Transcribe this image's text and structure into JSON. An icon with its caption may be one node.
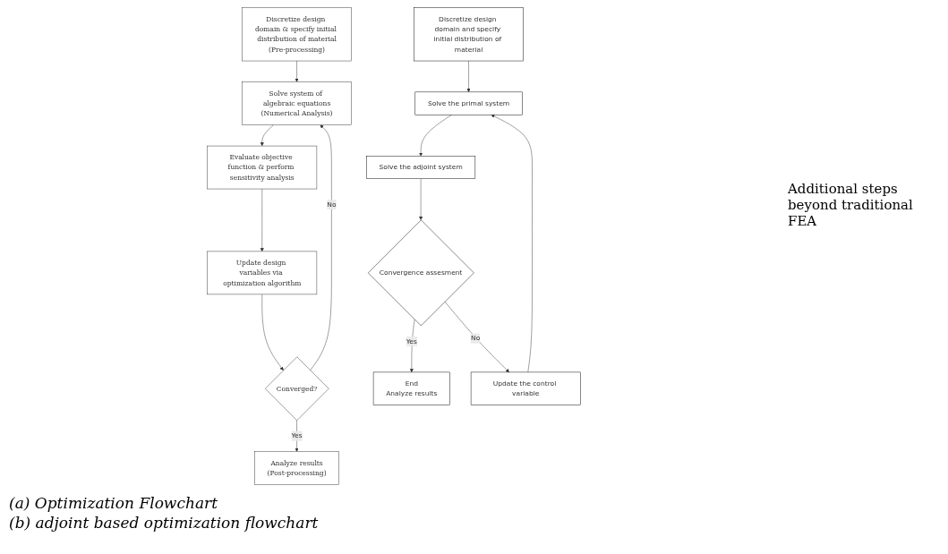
{
  "diagram": {
    "nodes": [
      {
        "text": [
          "Discretize design domain & specify initial distribution of material",
          "(Pre-processing)"
        ]
      },
      {
        "text": [
          "Solve system of algebraic equations",
          "(Numerical Analysis)"
        ]
      },
      {
        "text": [
          "Evaluate objective function & perform sensitivity analysis"
        ]
      },
      {
        "text": [
          "Update design variables via optimization algorithm"
        ]
      },
      {
        "text": [
          "Converged?"
        ]
      },
      {
        "text": [
          "Analyze results",
          "(Post-processing)"
        ]
      },
      {
        "text": [
          "Discretize design domain and specify initial distribution of material"
        ]
      },
      {
        "text": [
          "Solve the primal system"
        ]
      },
      {
        "text": [
          "Solve the adjoint system"
        ]
      },
      {
        "text": [
          "Convergence assesment"
        ]
      },
      {
        "text": [
          "End",
          "Analyze results"
        ]
      },
      {
        "text": [
          "Update the control variable"
        ]
      }
    ],
    "edges": [
      {
        "from": 0,
        "to": 1,
        "arrow": "to"
      },
      {
        "from": 1,
        "to": 2,
        "arrow": "to"
      },
      {
        "from": 2,
        "to": 3,
        "arrow": "to"
      },
      {
        "from": 3,
        "to": 4,
        "arrow": "to"
      },
      {
        "from": 4,
        "to": 1,
        "label": "No",
        "arrow": "to"
      },
      {
        "from": 4,
        "to": 5,
        "label": "Yes",
        "arrow": "to"
      },
      {
        "from": 6,
        "to": 7,
        "arrow": "to"
      },
      {
        "from": 7,
        "to": 8,
        "arrow": "to"
      },
      {
        "from": 8,
        "to": 9,
        "arrow": "to"
      },
      {
        "from": 9,
        "to": 11,
        "label": "No",
        "arrow": "to"
      },
      {
        "from": 11,
        "to": 7,
        "arrow": "to"
      },
      {
        "from": 9,
        "to": 10,
        "label": "Yes",
        "arrow": "to"
      }
    ],
    "labels": [
      "Additional steps beyond traditional FEA",
      "(a) Optimization Flowchart",
      "(b) adjoint based optimization flowchart"
    ]
  }
}
